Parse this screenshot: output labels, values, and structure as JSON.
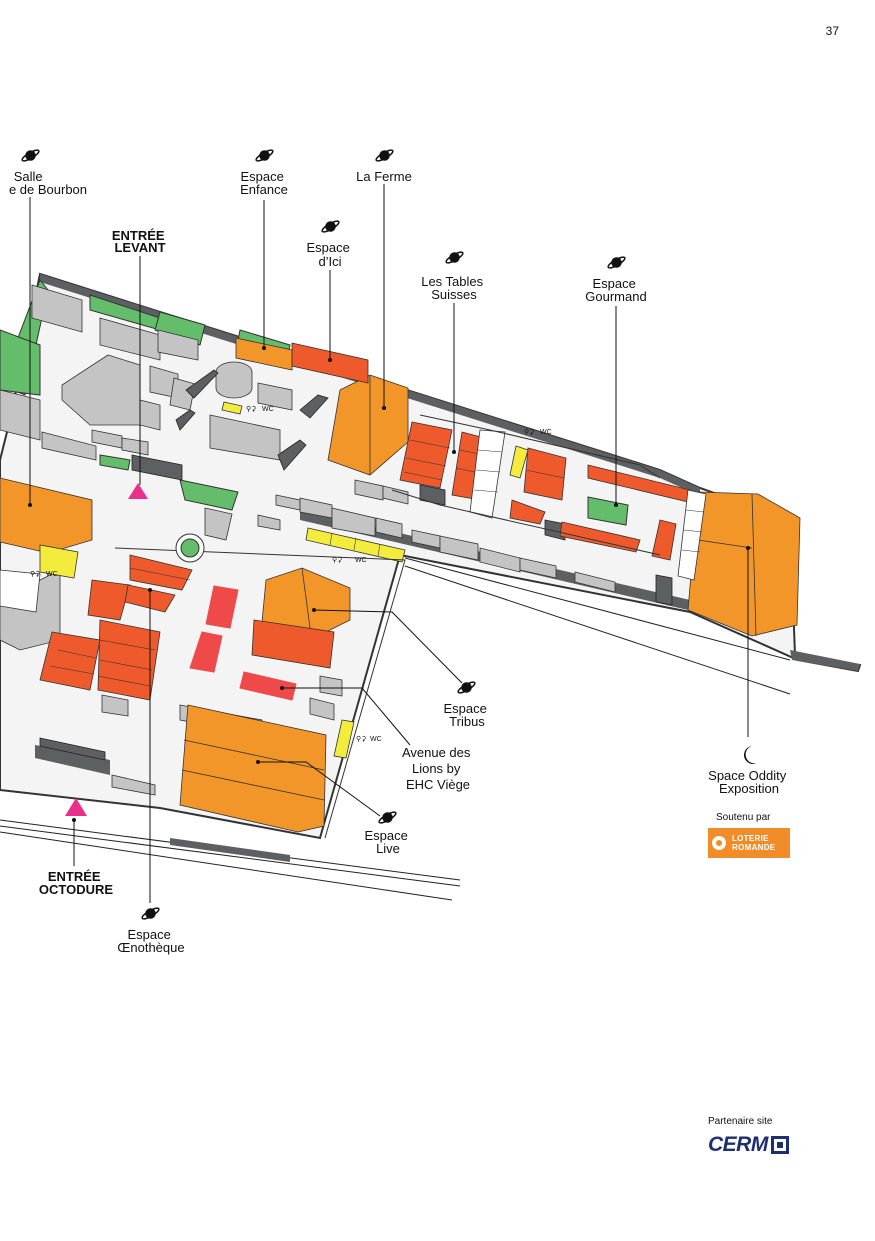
{
  "page_number": "37",
  "colors": {
    "orange": "#f3962a",
    "orange_dark": "#d97a18",
    "red_orange": "#ee5a2c",
    "red": "#ee4a4a",
    "green": "#63bd6a",
    "yellow": "#f4ec3c",
    "grey": "#bfbfbf",
    "dark_grey": "#5d6063",
    "entrance_marker": "#e8308c"
  },
  "labels": {
    "salle_bourbon": [
      "Salle",
      "e de Bourbon"
    ],
    "espace_enfance": [
      "Espace",
      "Enfance"
    ],
    "la_ferme": [
      "La Ferme"
    ],
    "espace_dici": [
      "Espace",
      "d’Ici"
    ],
    "tables_suisses": [
      "Les Tables",
      "Suisses"
    ],
    "espace_gourmand": [
      "Espace",
      "Gourmand"
    ],
    "espace_tribus": [
      "Espace",
      "Tribus"
    ],
    "avenue_lions": [
      "Avenue des",
      "Lions by",
      "EHC Viège"
    ],
    "espace_live": [
      "Espace",
      "Live"
    ],
    "espace_oenotheque": [
      "Espace",
      "Œnothèque"
    ],
    "space_oddity": [
      "Space Oddity",
      "Exposition"
    ]
  },
  "entrances": {
    "levant": [
      "ENTRÉE",
      "LEVANT"
    ],
    "octodure": [
      "ENTRÉE",
      "OCTODURE"
    ]
  },
  "wc_label": "WC",
  "icons": {
    "venue": "planet-icon",
    "night_venue": "crescent-moon-icon",
    "entrance": "triangle-marker-icon",
    "toilets": "wc-icon"
  },
  "sponsor": {
    "soutenu_label": "Soutenu par",
    "loterie_line1": "LOTERIE",
    "loterie_line2": "ROMANDE"
  },
  "partner": {
    "label": "Partenaire site",
    "name": "CERM"
  }
}
